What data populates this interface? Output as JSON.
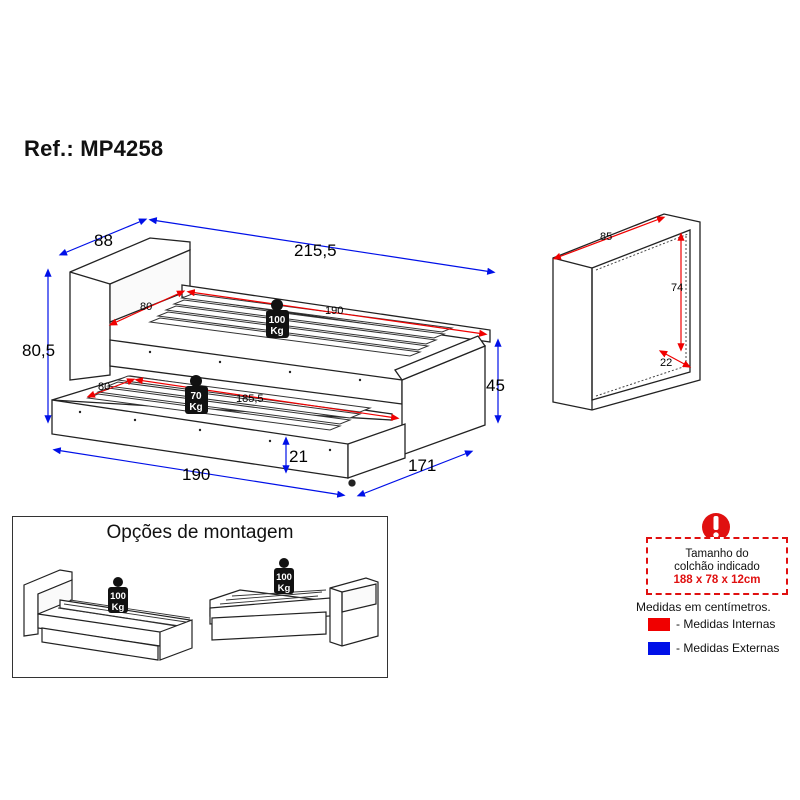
{
  "reference": "Ref.: MP4258",
  "dimensions": {
    "depth_external": "88",
    "length_external": "215,5",
    "height_external": "80,5",
    "height_side": "45",
    "length_trundle": "190",
    "depth_trundle": "171",
    "height_trundle": "21",
    "bed_internal_width": "80",
    "bed_internal_length": "190",
    "trundle_internal_width": "80",
    "trundle_internal_length": "185,5",
    "cabinet_width": "85",
    "cabinet_height": "74",
    "cabinet_depth": "22"
  },
  "weights": {
    "bed": {
      "value": "100",
      "unit": "Kg"
    },
    "trundle": {
      "value": "70",
      "unit": "Kg"
    },
    "option_left": {
      "value": "100",
      "unit": "Kg"
    },
    "option_right": {
      "value": "100",
      "unit": "Kg"
    }
  },
  "options_title": "Opções de montagem",
  "mattress": {
    "line1": "Tamanho do",
    "line2": "colchão indicado",
    "size": "188 x 78 x 12cm"
  },
  "units_note": "Medidas em centímetros.",
  "legend": [
    {
      "label": "- Medidas Internas",
      "color": "#f00000"
    },
    {
      "label": "- Medidas Externas",
      "color": "#0010e8"
    }
  ],
  "colors": {
    "internal": "#f00000",
    "external": "#0010e8",
    "warning": "#e01010"
  },
  "icons": {
    "weight": "weight-icon",
    "warning": "exclamation-circle-icon"
  }
}
